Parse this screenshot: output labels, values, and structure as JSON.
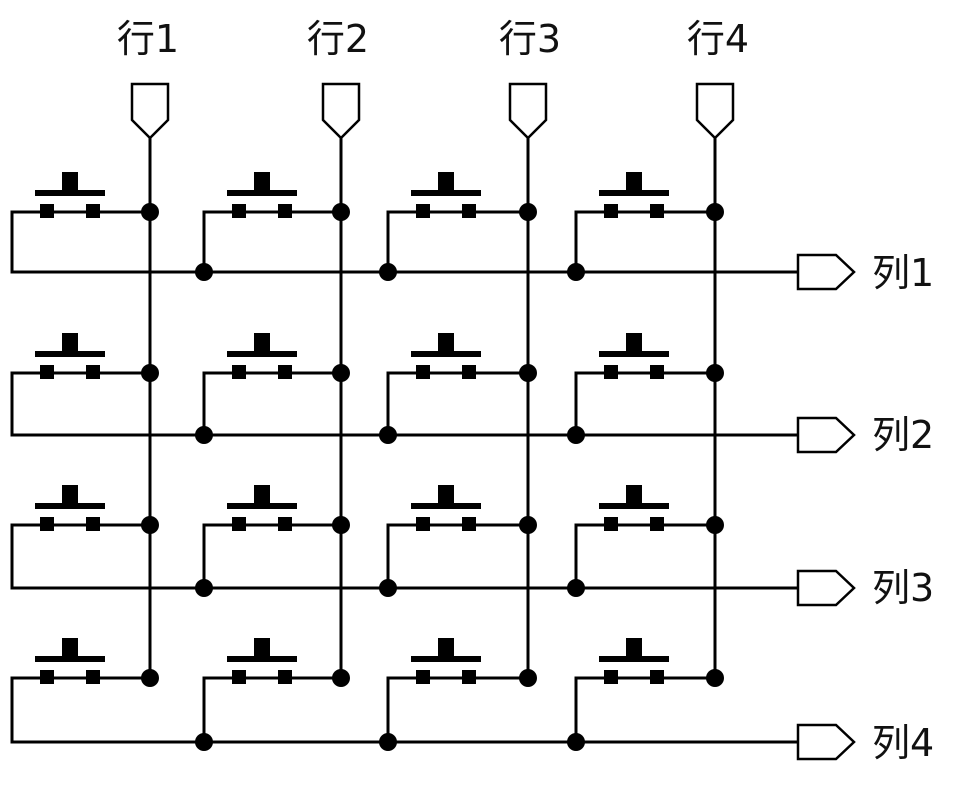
{
  "rows": [
    {
      "label": "行1"
    },
    {
      "label": "行2"
    },
    {
      "label": "行3"
    },
    {
      "label": "行4"
    }
  ],
  "columns": [
    {
      "label": "列1"
    },
    {
      "label": "列2"
    },
    {
      "label": "列3"
    },
    {
      "label": "列4"
    }
  ],
  "matrix": {
    "rows": 4,
    "columns": 4,
    "component": "push-button"
  }
}
